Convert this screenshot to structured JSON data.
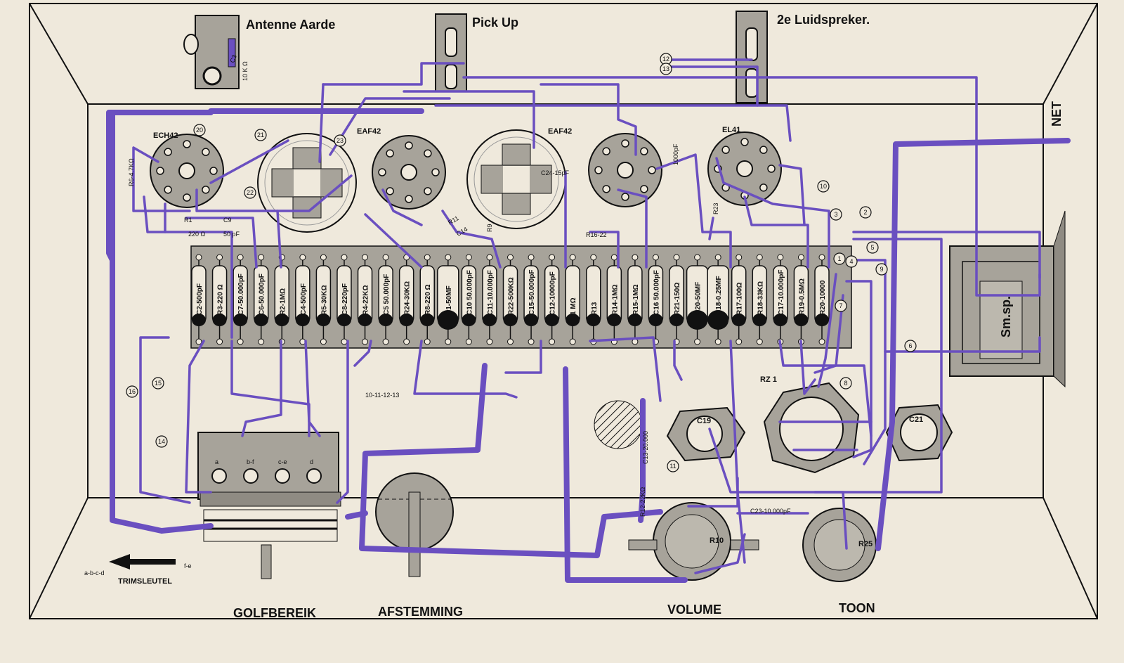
{
  "labels": {
    "antenne": "Antenne Aarde",
    "pickup": "Pick Up",
    "luidspreker": "2e Luidspreker.",
    "net": "NET",
    "golfbereik": "GOLFBEREIK",
    "afstemming": "AFSTEMMING",
    "volume": "VOLUME",
    "toon": "TOON",
    "trimsleutel": "TRIMSLEUTEL",
    "trim_letters": "a-b-c-d",
    "trim_fe": "f-e",
    "smsp": "Sm.sp.",
    "rz1": "RZ 1",
    "c19": "C19",
    "c21": "C21",
    "r10": "R10",
    "r25": "R25",
    "res_10k": "10 K Ω",
    "r1_value": "220 Ω",
    "c9_value": "50 pF",
    "tags_10_13": "10-11-12-13",
    "bandswitch_positions": [
      "a",
      "b-f",
      "c-e",
      "d"
    ]
  },
  "tubes": [
    {
      "name": "ECH42"
    },
    {
      "name": "EAF42"
    },
    {
      "name": "EAF42"
    },
    {
      "name": "EL41"
    }
  ],
  "components": [
    "C2-500pF",
    "R3-220 Ω",
    "C7-50.000pF",
    "C6-50.000pF",
    "R2-1MΩ",
    "C4-500pF",
    "R5-30KΩ",
    "C8-220pF",
    "R4-22KΩ",
    "C5 50.000pF",
    "R24-30KΩ",
    "R8-220 Ω",
    "C1-50MF",
    "C10 50.000pF",
    "C11-10.000pF",
    "R22-500KΩ",
    "C15-50.000pF",
    "C12-10000pF",
    "1 MΩ",
    "R13",
    "R14-1MΩ",
    "R15-1MΩ",
    "C16 50.000pF",
    "R21-150Ω",
    "C20-50MF",
    "C18-0.25MF",
    "R17-100Ω",
    "R18-33KΩ",
    "C17-10.000pF",
    "R19-0.5MΩ",
    "R20-10000"
  ],
  "upper_parts": [
    "R6-4.7KΩ",
    "R1",
    "C9",
    "R11",
    "C14",
    "R9",
    "C24-15pF",
    "R16-22",
    "R23",
    "1000pF",
    "C3",
    "C13-20.000",
    "R12-22KΩ",
    "C23-10.000pF"
  ],
  "markers": [
    "1",
    "2",
    "3",
    "4",
    "5",
    "6",
    "7",
    "8",
    "9",
    "10",
    "11",
    "12",
    "13",
    "14",
    "15",
    "16",
    "20",
    "21",
    "22",
    "23"
  ],
  "colors": {
    "wire": "#6a4fc0",
    "chassis": "#a7a39a",
    "paper": "#efe9dc",
    "ink": "#111111"
  }
}
